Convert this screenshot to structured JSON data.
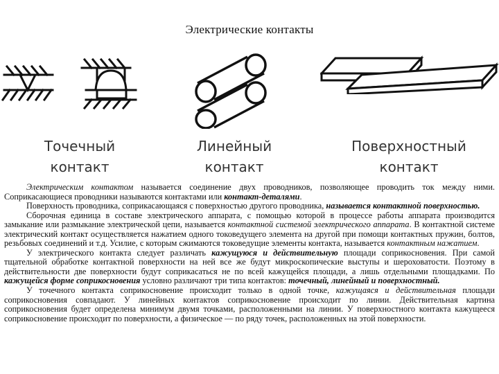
{
  "page": {
    "title": "Электрические контакты"
  },
  "figures": {
    "point": {
      "label_line1": "Точечный",
      "label_line2": "контакт"
    },
    "line": {
      "label_line1": "Линейный",
      "label_line2": "контакт"
    },
    "surface": {
      "label_line1": "Поверхностный",
      "label_line2": "контакт"
    }
  },
  "paragraphs": {
    "p1": {
      "em": "Электрическим контактом",
      "text": " называется соединение двух проводников, позволяющее проводить ток между ними. Соприкасающиеся проводники называются контактами или ",
      "em2": "контакт-деталями",
      "end": "."
    },
    "p2": {
      "text": "Поверхность проводника, соприкасающаяся с поверхностью другого проводника, ",
      "em": "называется контактной поверхностью."
    },
    "p3": {
      "text": "Сборочная единица в составе электрического аппарата, с помощью которой в процессе работы аппарата производится замыкание или размыкание электрической цепи, называется ",
      "em": "контактной системой электрического аппарата",
      "text2": ". В контактной системе электрический контакт осуществляется нажатием одного токоведущего элемента на другой при помощи контактных пружин, болтов, резьбовых соединений и т.д. Усилие, с которым сжимаются токоведущие элементы контакта, называется ",
      "em2": "контактным нажатием",
      "end": "."
    },
    "p4": {
      "text": "У электрического контакта следует различать ",
      "em": "кажущуюся и действительную",
      "text2": " площади соприкосновения. При самой тщательной обработке контактной поверхности на ней все же будут микроскопические выступы и шероховатости. Поэтому в действительности две поверхности будут соприкасаться не по всей кажущейся площади, а лишь отдельными площадками. По ",
      "em2": "кажущейся форме соприкосновения",
      "text3": " условно различают три типа контактов: ",
      "em3": "точечный, линейный и поверхностный."
    },
    "p5": {
      "text": "У точечного контакта соприкосновение происходит только в одной точке, ",
      "em": "кажущаяся и действительная",
      "text2": " площади соприкосновения совпадают. У линейных контактов соприкосновение происходит по линии. Действительная картина соприкосновения будет определена минимум двумя точками, расположенными на линии. У поверхностного контакта кажущееся соприкосновение происходит по поверхности, а физическое — по ряду точек, расположенных на этой поверхности."
    }
  }
}
